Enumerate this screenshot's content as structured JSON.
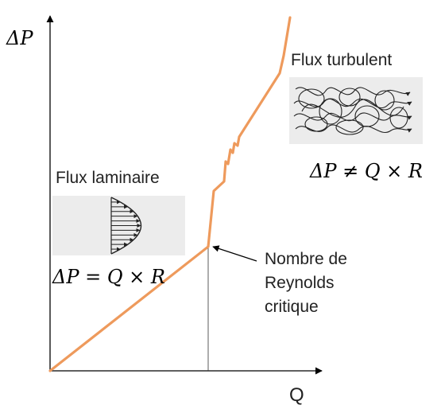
{
  "axes": {
    "y_label": "ΔP",
    "x_label": "Q"
  },
  "laminar": {
    "title": "Flux laminaire",
    "equation": "ΔP = Q × R"
  },
  "turbulent": {
    "title": "Flux turbulent",
    "equation": "ΔP ≠ Q × R"
  },
  "critical": {
    "line1": "Nombre de",
    "line2": "Reynolds",
    "line3": "critique"
  },
  "colors": {
    "curve": "#ee9a5c",
    "panel": "#ececec",
    "axis": "#000000"
  }
}
